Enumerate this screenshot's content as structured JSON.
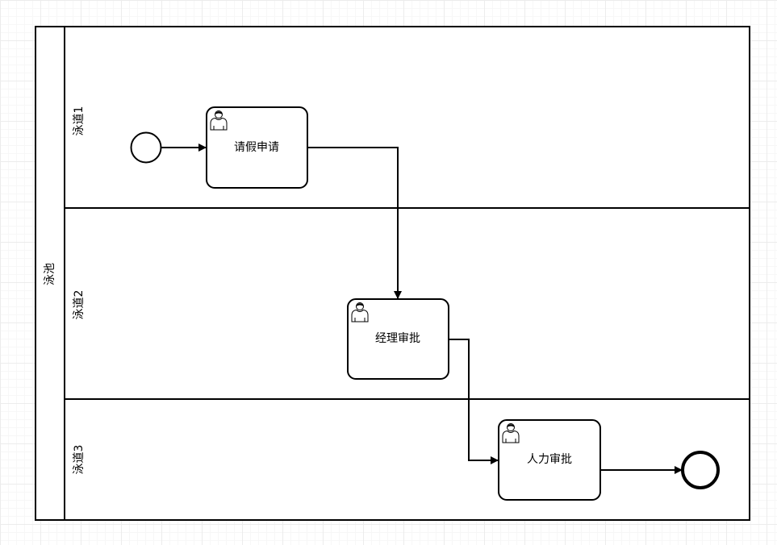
{
  "pool": {
    "label": "泳池"
  },
  "lanes": [
    {
      "label": "泳道1"
    },
    {
      "label": "泳道2"
    },
    {
      "label": "泳道3"
    }
  ],
  "tasks": [
    {
      "label": "请假申请",
      "type": "user-task",
      "icon": "user-icon"
    },
    {
      "label": "经理审批",
      "type": "user-task",
      "icon": "user-icon"
    },
    {
      "label": "人力审批",
      "type": "user-task",
      "icon": "user-icon"
    }
  ],
  "events": [
    {
      "type": "start-event"
    },
    {
      "type": "end-event"
    }
  ],
  "colors": {
    "stroke": "#000000",
    "fill": "#ffffff",
    "grid_major": "#ececec",
    "grid_minor": "#f7f7f7"
  }
}
